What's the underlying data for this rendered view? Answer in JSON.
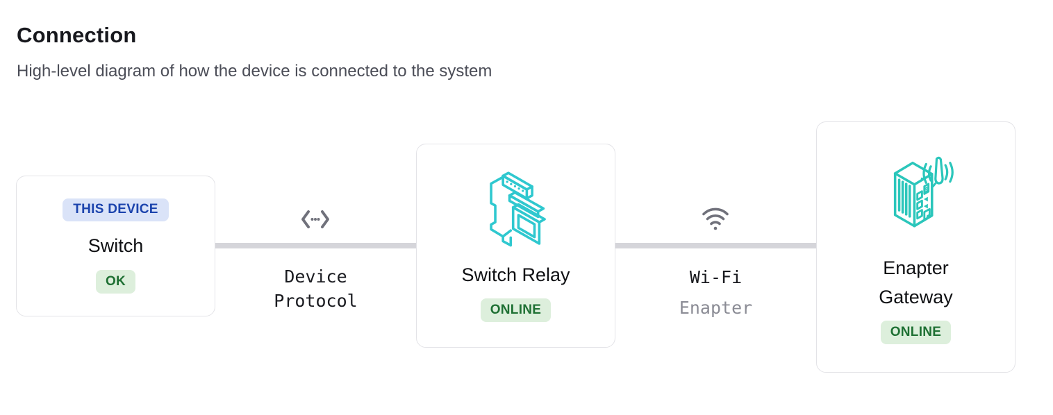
{
  "header": {
    "title": "Connection",
    "subtitle": "High-level diagram of how the device is connected to the system"
  },
  "diagram": {
    "nodes": [
      {
        "id": "switch",
        "label": "Switch",
        "badge": "THIS DEVICE",
        "status": "OK",
        "icon": null
      },
      {
        "id": "switch-relay",
        "label": "Switch Relay",
        "badge": null,
        "status": "ONLINE",
        "icon": "din-relay-icon"
      },
      {
        "id": "enapter-gateway",
        "label": "Enapter Gateway",
        "badge": null,
        "status": "ONLINE",
        "icon": "gateway-antenna-icon"
      }
    ],
    "links": [
      {
        "from": "switch",
        "to": "switch-relay",
        "icon": "protocol-brackets-icon",
        "label": "Device Protocol",
        "sublabel": null
      },
      {
        "from": "switch-relay",
        "to": "enapter-gateway",
        "icon": "wifi-icon",
        "label": "Wi-Fi",
        "sublabel": "Enapter"
      }
    ]
  },
  "colors": {
    "accent_teal_relay": "#2fc8cf",
    "accent_teal_gateway": "#2bc6bb",
    "status_green_bg": "#ddefdc",
    "status_green_text": "#1e7033",
    "this_device_badge_bg": "#dae3f8",
    "this_device_badge_text": "#1c44ad",
    "connector_line": "#d5d5da",
    "connector_icon": "#70717b",
    "title_text": "#17181d",
    "subtitle_text": "#4b4d57"
  }
}
